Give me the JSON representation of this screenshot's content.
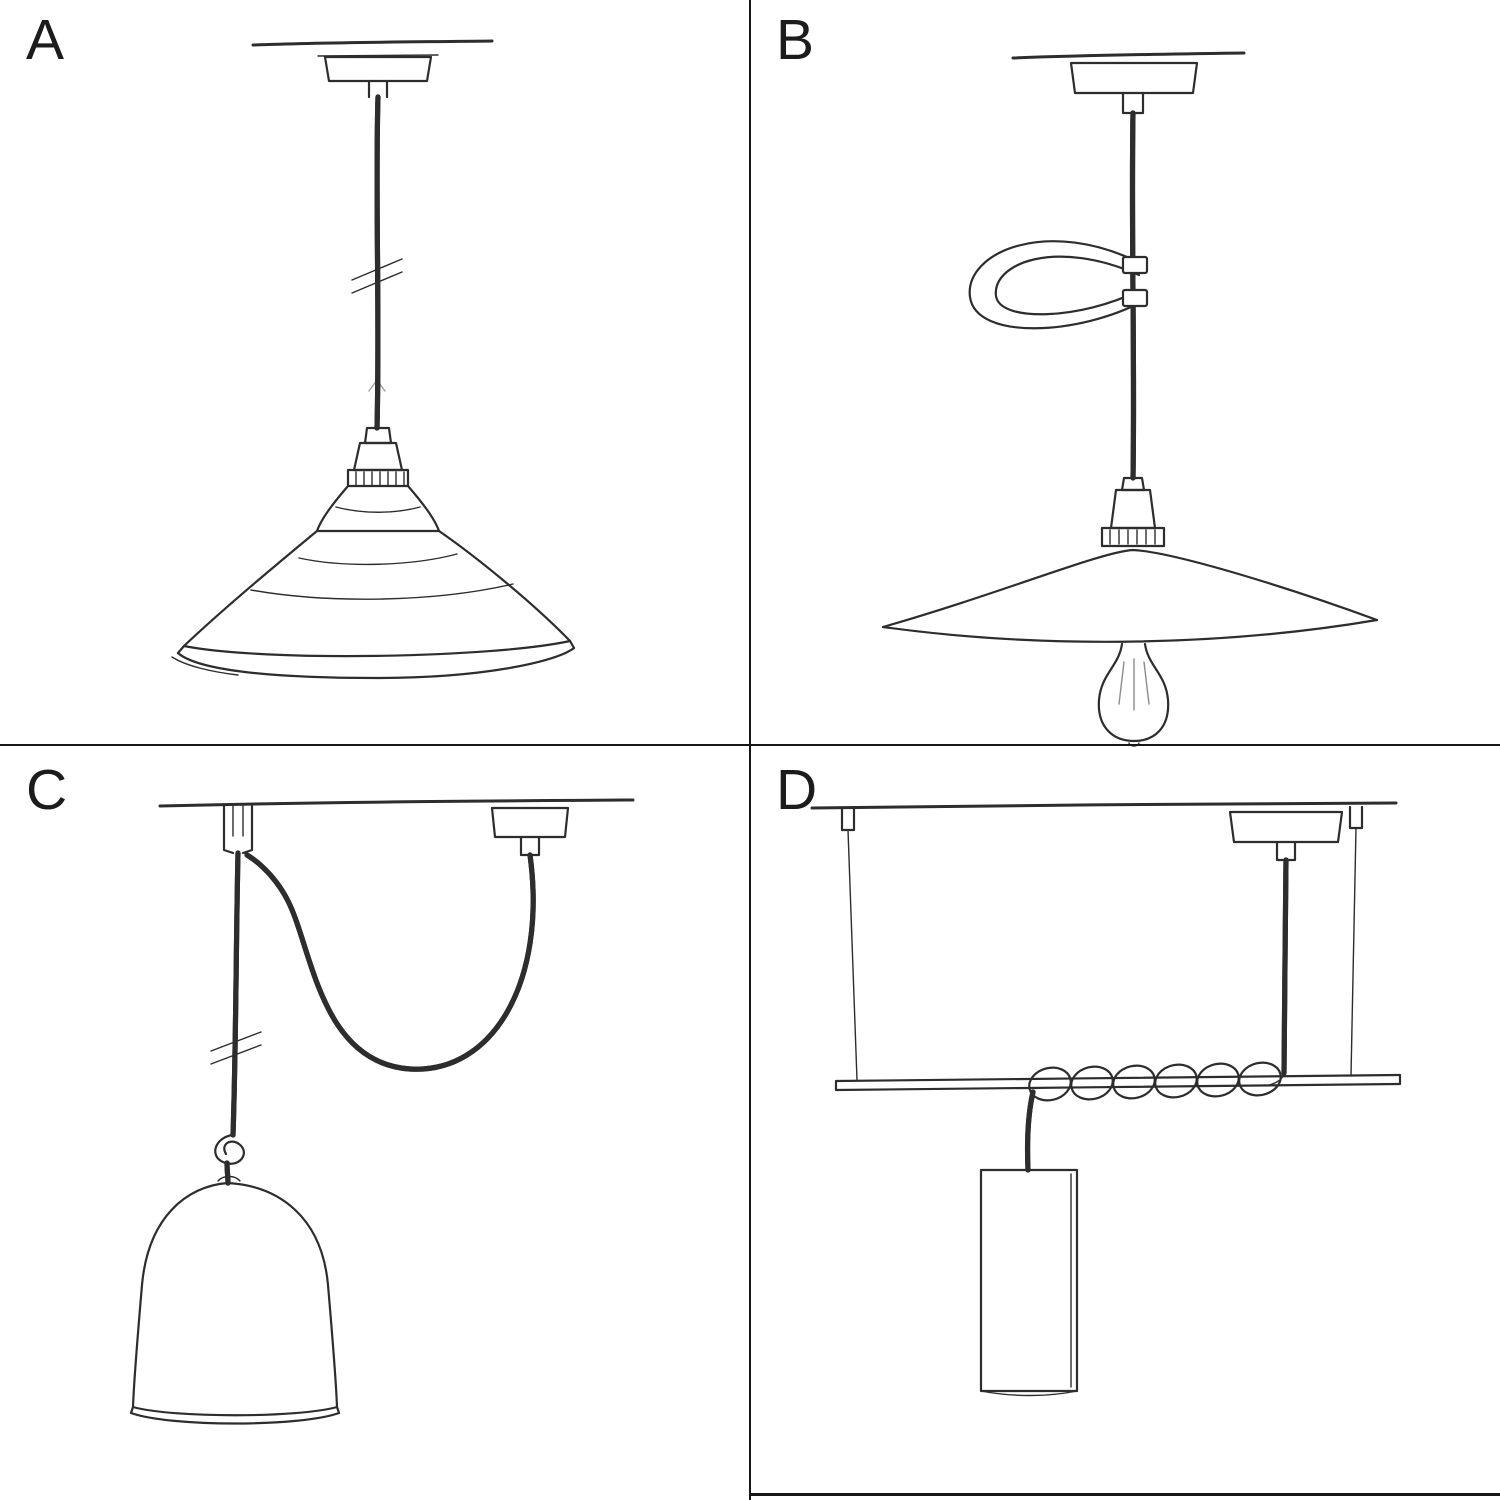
{
  "colors": {
    "ink": "#2d2d2d",
    "divider": "#161616",
    "label": "#1c1c1c",
    "background": "#ffffff"
  },
  "quadrants": [
    {
      "label": "A",
      "drawing": "pendant-cable-with-industrial-bowl-shade"
    },
    {
      "label": "B",
      "drawing": "pendant-cable-with-clip-loop-flat-dish-shade-and-bulb"
    },
    {
      "label": "C",
      "drawing": "swag-pendant-with-hook-knot-and-bell-shade"
    },
    {
      "label": "D",
      "drawing": "ceiling-bar-suspension-with-coiled-cable-and-tube-shade"
    }
  ]
}
